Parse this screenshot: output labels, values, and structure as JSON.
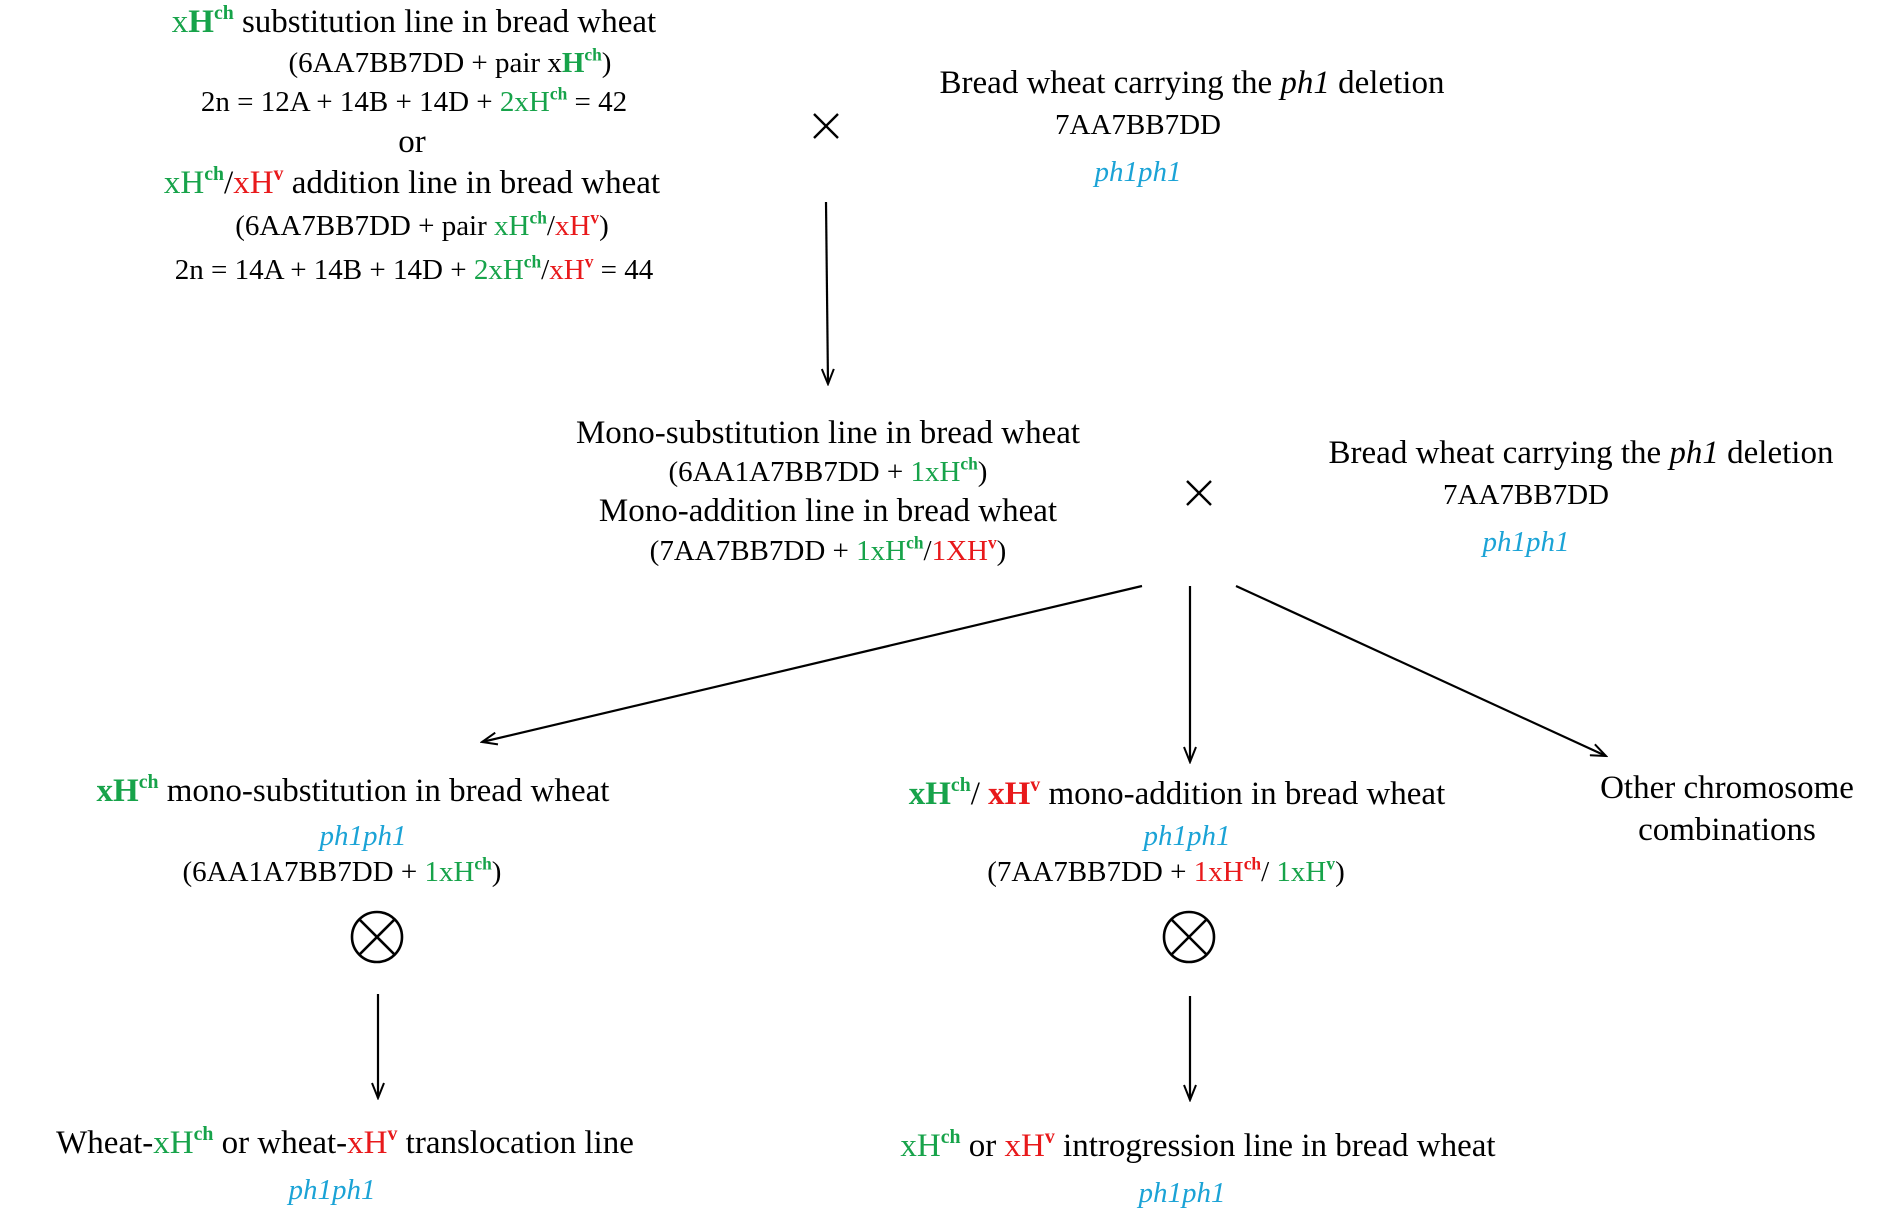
{
  "colors": {
    "green": "#17a34a",
    "red": "#e8191b",
    "blue": "#1ba3d6",
    "black": "#000000"
  },
  "icons": {
    "cross": "multiplication-sign",
    "selfing": "circled-times-icon"
  },
  "top_left": {
    "sub_title": {
      "a": "x",
      "b": "H",
      "c": "ch",
      "d": " substitution line in bread wheat"
    },
    "sub_formula": {
      "a": "(6AA7BB7DD + pair x",
      "b": "H",
      "c": "ch",
      "d": ")"
    },
    "sub_count": {
      "a": "2n = 12A + 14B + 14D + ",
      "b": "2xH",
      "c": "ch",
      "d": " = 42"
    },
    "or": "or",
    "add_title": {
      "a": "xH",
      "b": "ch",
      "c": "/",
      "d": "xH",
      "e": "v",
      "f": " addition line in bread wheat"
    },
    "add_formula": {
      "a": "(6AA7BB7DD + pair ",
      "b": "xH",
      "c": "ch",
      "d": "/",
      "e": "xH",
      "f": "v",
      "g": ")"
    },
    "add_count": {
      "a": "2n = 14A + 14B + 14D + ",
      "b": "2xH",
      "c": "ch",
      "d": "/",
      "e": "xH",
      "f": "v",
      "g": " = 44"
    }
  },
  "ph1_parent_1": {
    "title_a": "Bread wheat carrying the ",
    "title_b": "ph1",
    "title_c": " deletion",
    "genome": "7AA7BB7DD",
    "genotype": "ph1ph1"
  },
  "mono": {
    "sub_title": "Mono-substitution line in bread wheat",
    "sub_formula": {
      "a": "(6AA1A7BB7DD + ",
      "b": "1xH",
      "c": "ch",
      "d": ")"
    },
    "add_title": "Mono-addition line in bread wheat",
    "add_formula": {
      "a": "(7AA7BB7DD + ",
      "b": "1xH",
      "c": "ch",
      "d": "/",
      "e": "1XH",
      "f": "v",
      "g": ")"
    }
  },
  "ph1_parent_2": {
    "title_a": "Bread wheat carrying the ",
    "title_b": "ph1",
    "title_c": " deletion",
    "genome": "7AA7BB7DD",
    "genotype": "ph1ph1"
  },
  "left_branch": {
    "title": {
      "a": "xH",
      "b": "ch",
      "c": " mono-substitution in bread wheat"
    },
    "genotype": "ph1ph1",
    "formula": {
      "a": "(6AA1A7BB7DD + ",
      "b": "1xH",
      "c": "ch",
      "d": ")"
    },
    "result": {
      "a": "Wheat-",
      "b": "xH",
      "c": "ch",
      "d": " or wheat-",
      "e": "xH",
      "f": "v",
      "g": " translocation line"
    },
    "result_genotype": "ph1ph1"
  },
  "middle_branch": {
    "title": {
      "a": "xH",
      "b": "ch",
      "c": "/ ",
      "d": "xH",
      "e": "v",
      "f": " mono-addition in bread wheat"
    },
    "genotype": "ph1ph1",
    "formula": {
      "a": "(7AA7BB7DD + ",
      "b": "1xH",
      "c": "ch",
      "d": "/ ",
      "e": "1xH",
      "f": "v",
      "g": ")"
    },
    "result": {
      "a": "xH",
      "b": "ch",
      "c": " or ",
      "d": "xH",
      "e": "v",
      "f": " introgression line in bread wheat"
    },
    "result_genotype": "ph1ph1"
  },
  "right_branch": {
    "line1": "Other chromosome",
    "line2": "combinations"
  }
}
